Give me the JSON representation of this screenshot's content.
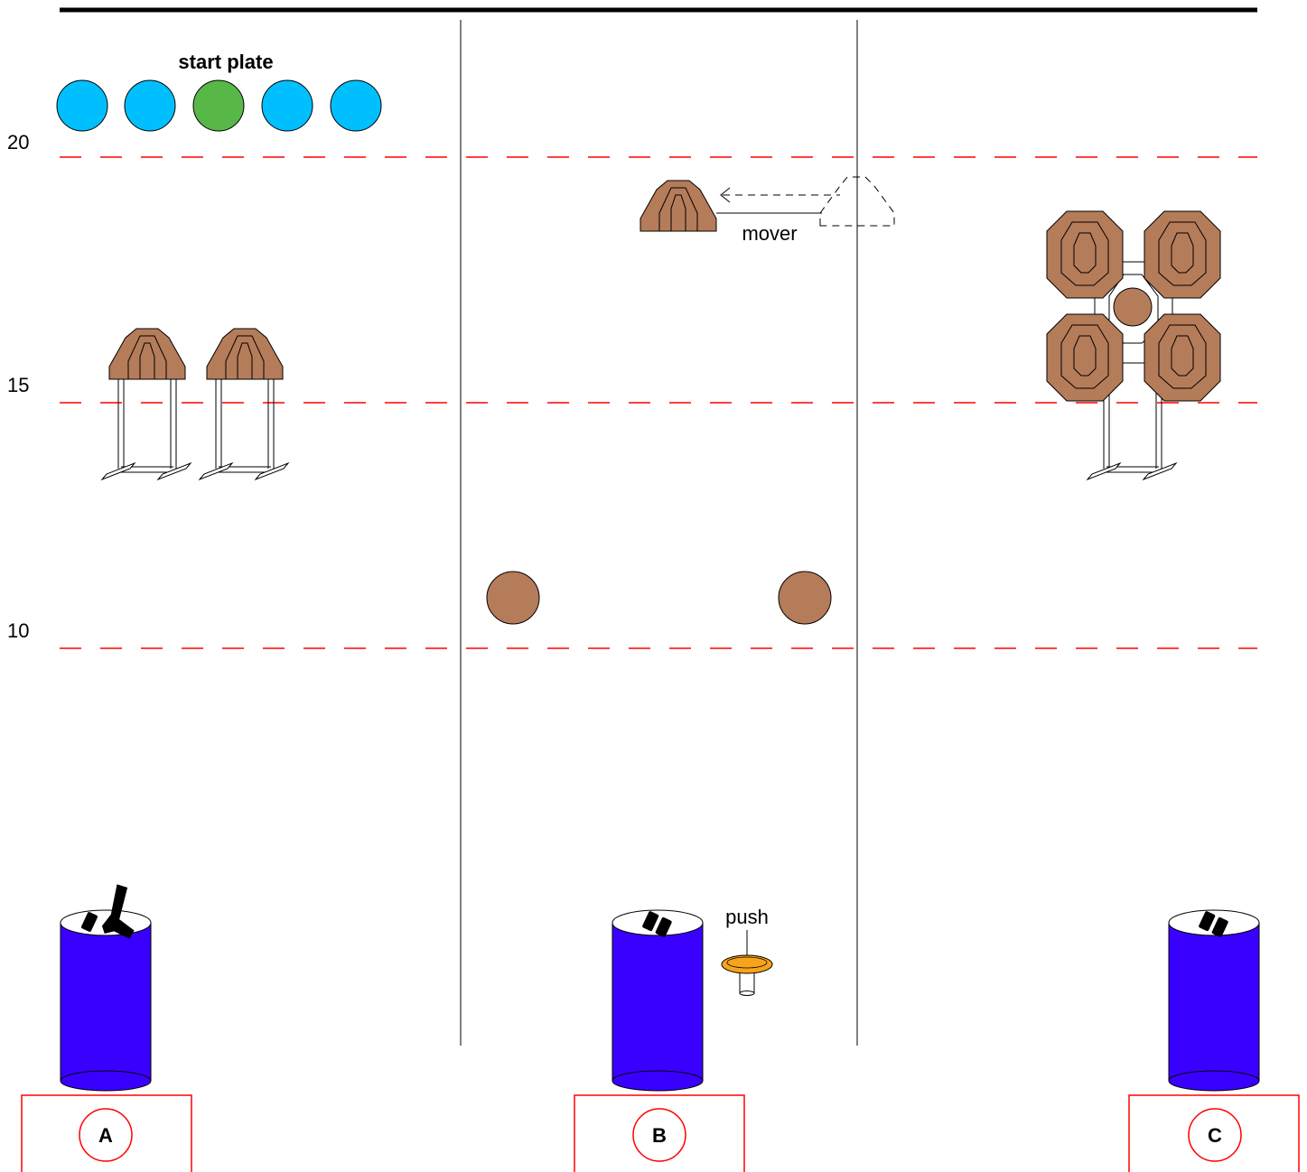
{
  "diagram": {
    "start_plate_label": "start plate",
    "distance_markers": [
      "20",
      "15",
      "10"
    ],
    "mover_label": "mover",
    "push_label": "push",
    "positions": [
      "A",
      "B",
      "C"
    ]
  },
  "colors": {
    "plate_blue": "#00BFFF",
    "plate_green": "#57B847",
    "steel_brown": "#B57C5A",
    "barrel_blue": "#3A00FF",
    "fault_red": "#FF0000",
    "popper_orange": "#F7A31C"
  },
  "icons": {
    "barrel": "barrel-icon",
    "pistol": "pistol-icon",
    "magazine": "magazine-icon",
    "mover_arrow": "arrow-left-icon",
    "push_arrow": "arrow-down-icon"
  }
}
